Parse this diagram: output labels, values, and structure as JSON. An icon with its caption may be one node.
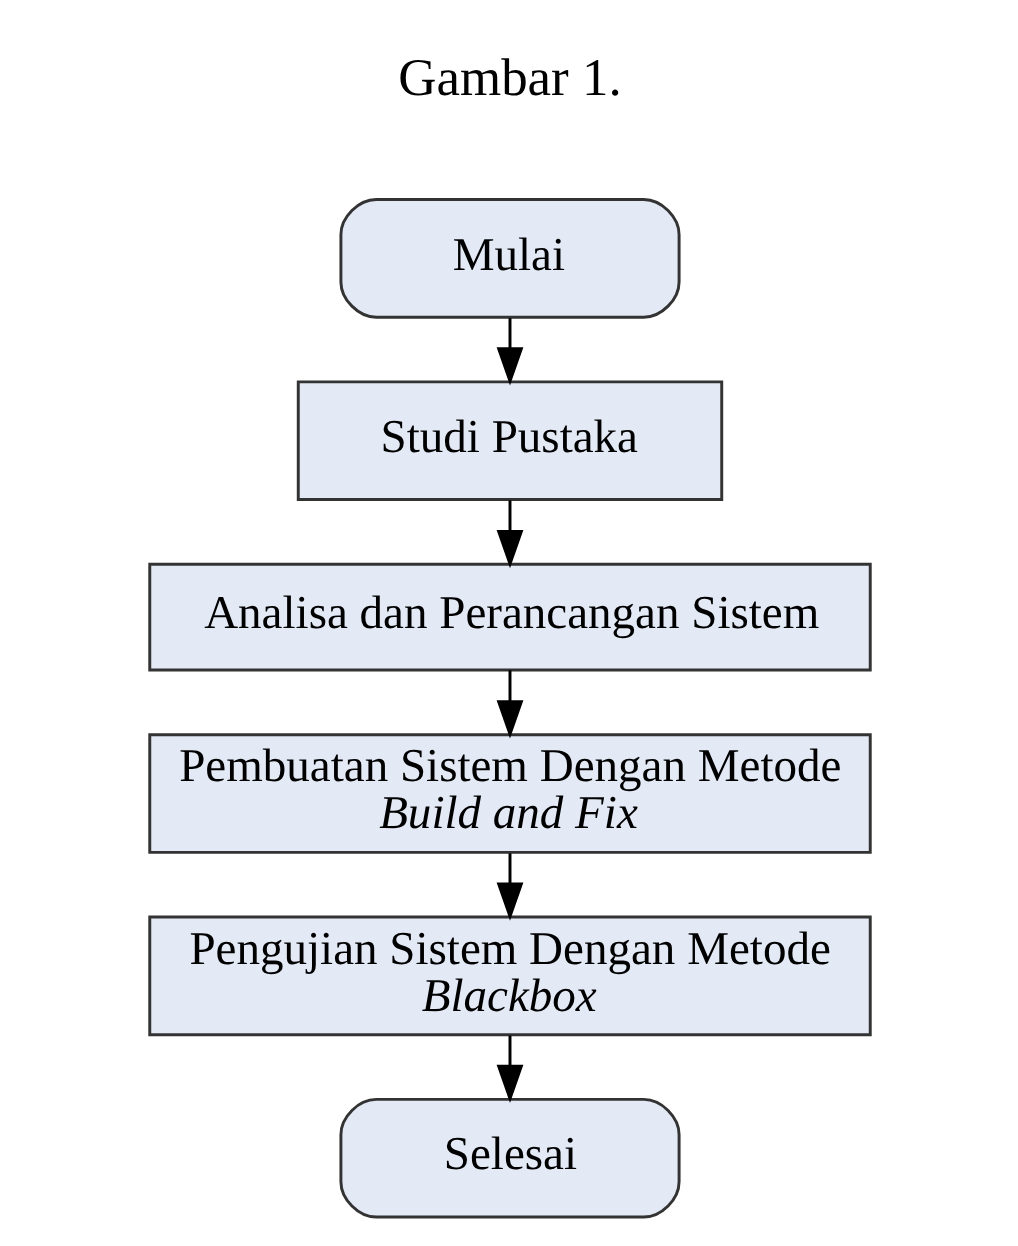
{
  "diagram": {
    "nodes": [
      {
        "text": [
          "Mulai"
        ]
      },
      {
        "text": [
          "Studi Pustaka"
        ]
      },
      {
        "text": [
          "Analisa dan Perancangan Sistem"
        ]
      },
      {
        "text": [
          "Pembuatan Sistem Dengan Metode",
          "Build and Fix"
        ]
      },
      {
        "text": [
          "Pengujian Sistem Dengan Metode",
          "Blackbox"
        ]
      },
      {
        "text": [
          "Selesai"
        ]
      }
    ],
    "edges": [
      {
        "from": 0,
        "to": 1,
        "arrow": "to"
      },
      {
        "from": 1,
        "to": 2,
        "arrow": "to"
      },
      {
        "from": 2,
        "to": 3,
        "arrow": "to"
      },
      {
        "from": 3,
        "to": 4,
        "arrow": "to"
      },
      {
        "from": 4,
        "to": 5,
        "arrow": "to"
      }
    ],
    "labels": [
      "Gambar 1."
    ]
  }
}
